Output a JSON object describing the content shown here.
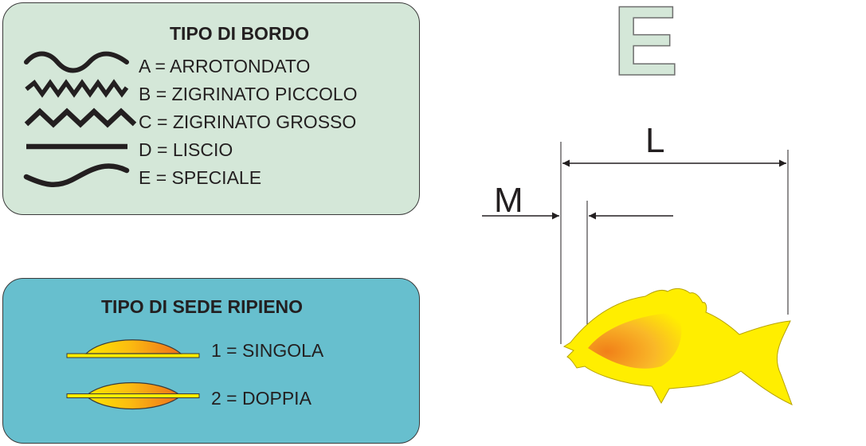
{
  "bordo_panel": {
    "title": "TIPO DI BORDO",
    "items": [
      {
        "label": "A = ARROTONDATO"
      },
      {
        "label": "B = ZIGRINATO PICCOLO"
      },
      {
        "label": "C = ZIGRINATO GROSSO"
      },
      {
        "label": "D = LISCIO"
      },
      {
        "label": "E = SPECIALE"
      }
    ]
  },
  "sede_panel": {
    "title": "TIPO DI SEDE RIPIENO",
    "items": [
      {
        "label": "1 = SINGOLA"
      },
      {
        "label": "2 = DOPPIA"
      }
    ]
  },
  "diagram": {
    "edge_letter": "E",
    "length_label": "L",
    "margin_label": "M"
  },
  "colors": {
    "bordo_bg": "#d4e7d8",
    "sede_bg": "#67bfce",
    "pasta_yellow": "#ffee00",
    "filling_orange": "#f07a1a",
    "line": "#231f20"
  }
}
